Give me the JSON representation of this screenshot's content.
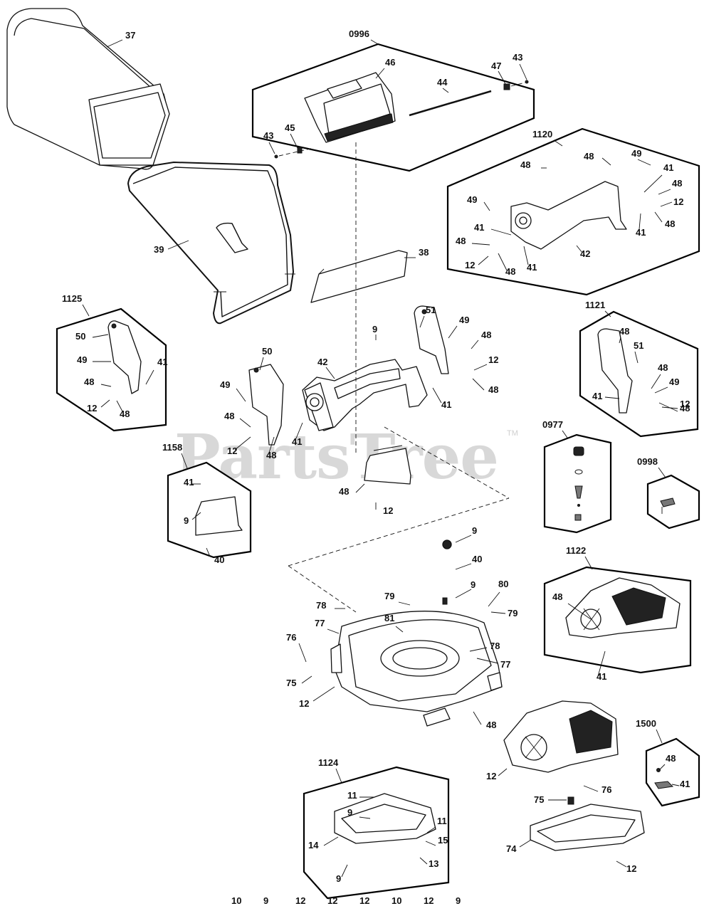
{
  "watermark": {
    "brand": "PartsTree",
    "mark": "TM"
  },
  "kits": [
    {
      "id": "0996"
    },
    {
      "id": "1120"
    },
    {
      "id": "1125"
    },
    {
      "id": "1121"
    },
    {
      "id": "1158"
    },
    {
      "id": "0977"
    },
    {
      "id": "0998"
    },
    {
      "id": "1122"
    },
    {
      "id": "1124"
    },
    {
      "id": "1500"
    }
  ],
  "callouts": [
    "37",
    "46",
    "44",
    "47",
    "43",
    "43",
    "45",
    "48",
    "49",
    "41",
    "48",
    "48",
    "49",
    "12",
    "41",
    "48",
    "48",
    "42",
    "12",
    "48",
    "41",
    "41",
    "38",
    "39",
    "51",
    "49",
    "48",
    "12",
    "48",
    "41",
    "9",
    "42",
    "50",
    "49",
    "48",
    "12",
    "41",
    "48",
    "50",
    "49",
    "41",
    "48",
    "12",
    "48",
    "48",
    "41",
    "12",
    "48",
    "51",
    "49",
    "48",
    "41",
    "12",
    "48",
    "9",
    "40",
    "9",
    "40",
    "9",
    "79",
    "78",
    "77",
    "76",
    "75",
    "81",
    "80",
    "79",
    "78",
    "77",
    "12",
    "48",
    "48",
    "41",
    "12",
    "48",
    "41",
    "76",
    "75",
    "74",
    "12",
    "11",
    "9",
    "11",
    "15",
    "14",
    "9",
    "13",
    "10",
    "9",
    "12",
    "12",
    "12",
    "10",
    "12",
    "9"
  ]
}
